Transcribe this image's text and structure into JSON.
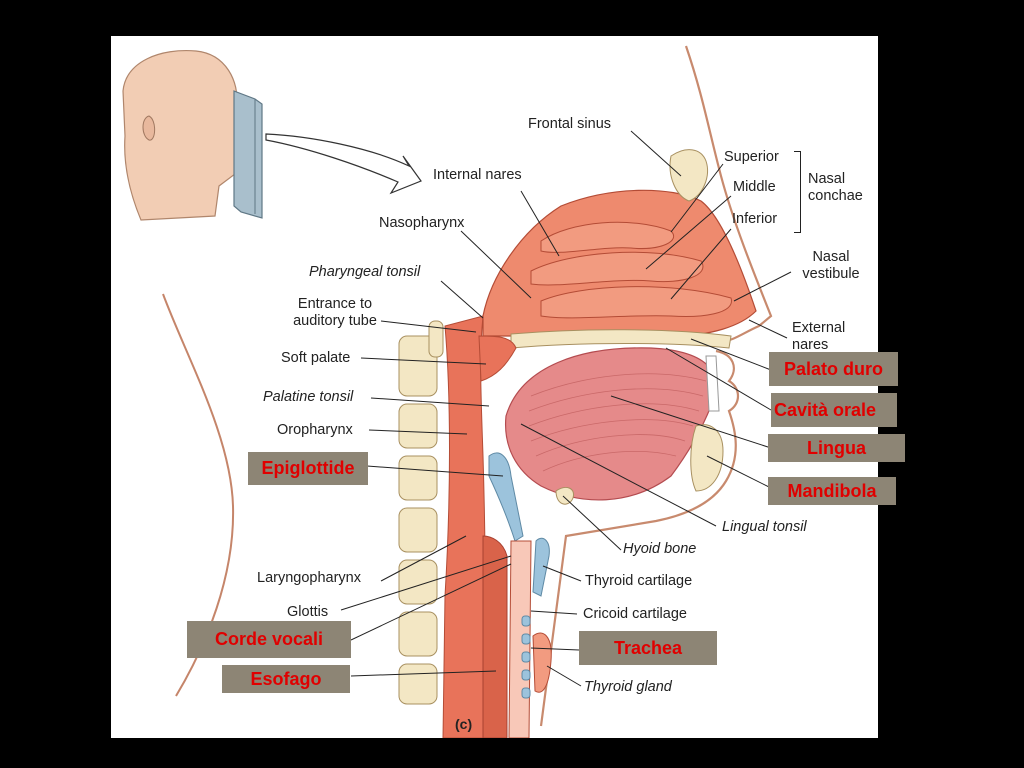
{
  "labels": {
    "frontal_sinus": "Frontal sinus",
    "internal_nares": "Internal nares",
    "nasopharynx": "Nasopharynx",
    "pharyngeal_tonsil": "Pharyngeal tonsil",
    "entrance_auditory_tube": "Entrance to auditory tube",
    "soft_palate": "Soft palate",
    "palatine_tonsil": "Palatine tonsil",
    "oropharynx": "Oropharynx",
    "laryngopharynx": "Laryngopharynx",
    "glottis": "Glottis",
    "superior": "Superior",
    "middle": "Middle",
    "inferior": "Inferior",
    "nasal_conchae": "Nasal conchae",
    "nasal_vestibule": "Nasal vestibule",
    "external_nares": "External nares",
    "lingual_tonsil": "Lingual tonsil",
    "hyoid_bone": "Hyoid bone",
    "thyroid_cartilage": "Thyroid cartilage",
    "cricoid_cartilage": "Cricoid cartilage",
    "thyroid_gland": "Thyroid gland",
    "panel_letter": "(c)"
  },
  "overlay_tags": {
    "palato_duro": "Palato duro",
    "cavita_orale": "Cavità orale",
    "lingua": "Lingua",
    "mandibola": "Mandibola",
    "epiglottide": "Epiglottide",
    "corde_vocali": "Corde vocali",
    "esofago": "Esofago",
    "trachea": "Trachea"
  },
  "colors": {
    "tag_background": "#8d8575",
    "tag_text": "#e00000",
    "mucosa": "#e8735a",
    "tongue_muscle": "#e58a8a",
    "bone": "#f3e7c4",
    "cartilage": "#9cc3dc"
  }
}
